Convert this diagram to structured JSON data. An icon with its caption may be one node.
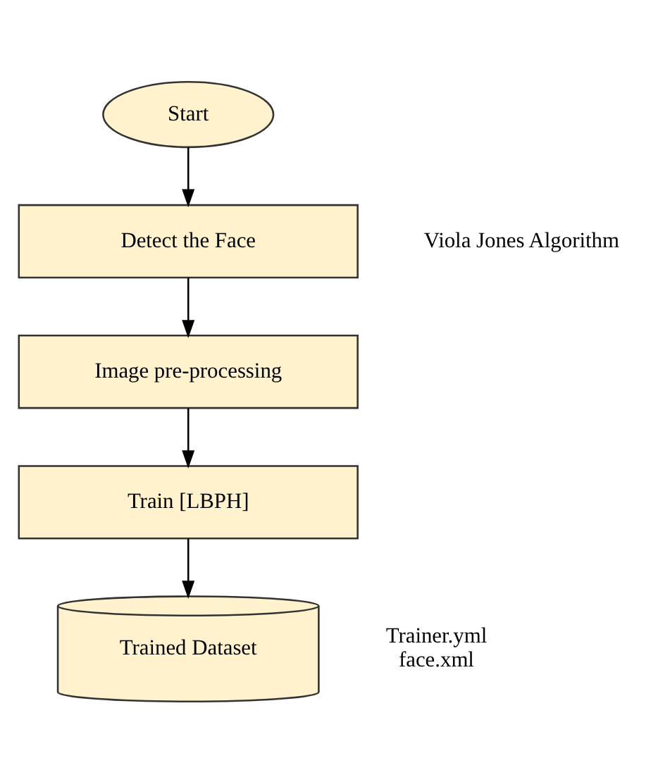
{
  "diagram": {
    "nodes": [
      {
        "text": [
          "Start"
        ]
      },
      {
        "text": [
          "Detect the Face"
        ],
        "beside": [
          "Viola Jones Algorithm"
        ]
      },
      {
        "text": [
          "Image pre-processing"
        ]
      },
      {
        "text": [
          "Train [LBPH]"
        ]
      },
      {
        "text": [
          "Trained Dataset"
        ],
        "beside": [
          "Trainer.yml face.xml"
        ]
      }
    ],
    "edges": [
      {
        "from": 0,
        "to": 1,
        "arrow": "to"
      },
      {
        "from": 1,
        "to": 2,
        "arrow": "to"
      },
      {
        "from": 2,
        "to": 3,
        "arrow": "to"
      },
      {
        "from": 3,
        "to": 4,
        "arrow": "to"
      }
    ]
  }
}
